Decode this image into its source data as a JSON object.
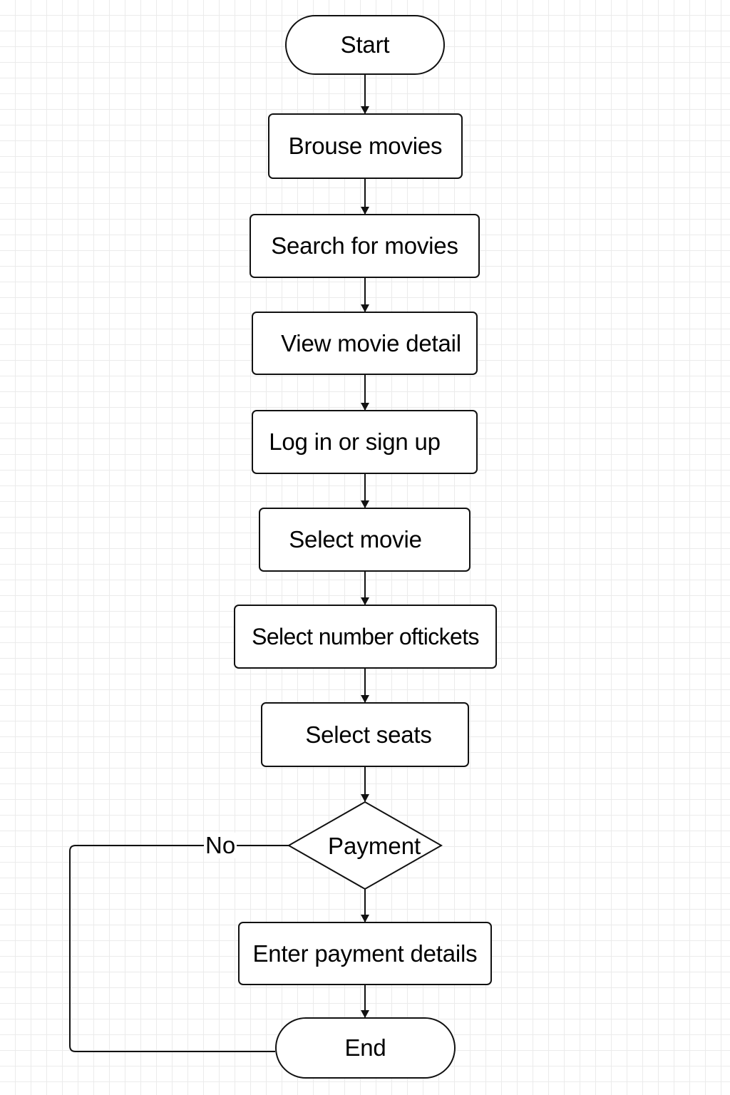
{
  "flowchart": {
    "start": "Start",
    "steps": [
      "Brouse movies",
      "Search for movies",
      "View movie detail",
      "Log in or sign up",
      "Select movie",
      "Select number oftickets",
      "Select seats"
    ],
    "decision": "Payment",
    "no_label": "No",
    "payment_step": "Enter payment details",
    "end": "End"
  }
}
